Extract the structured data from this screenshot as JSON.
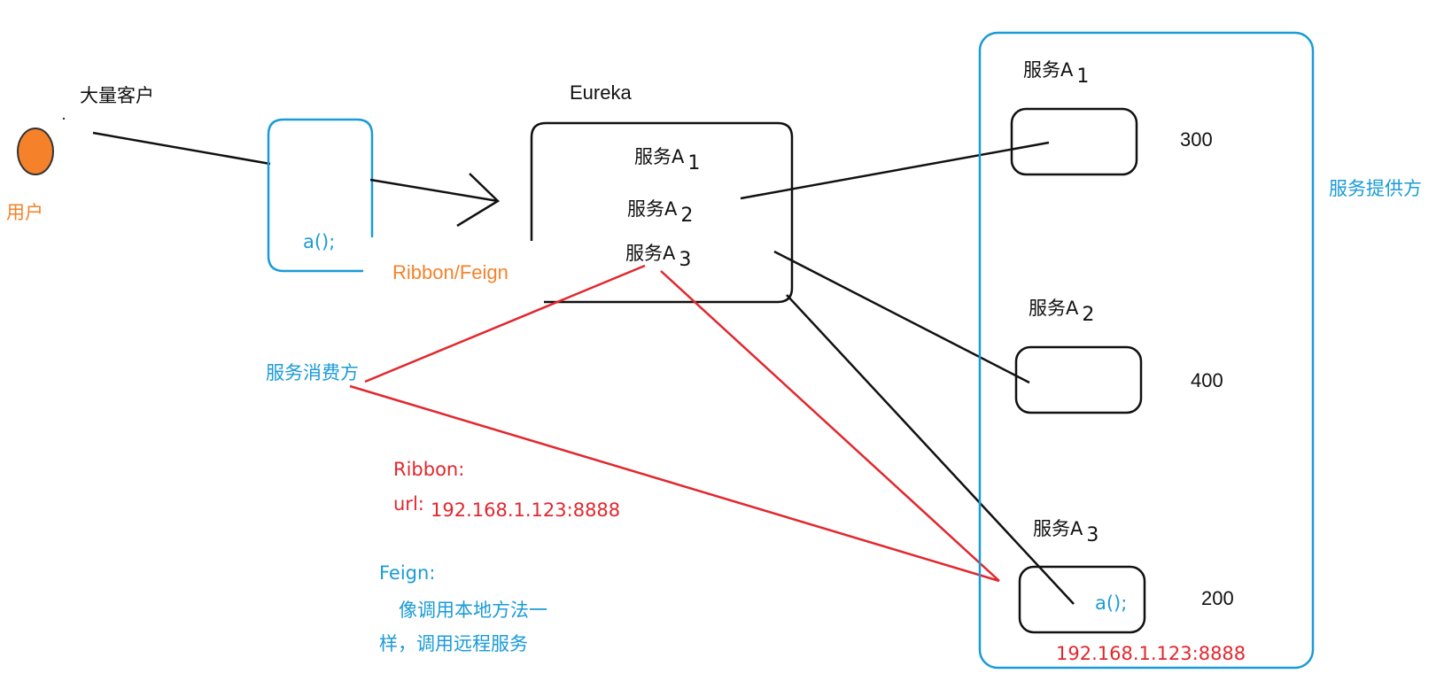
{
  "user": {
    "label": "用户",
    "crowd_label": "大量客户"
  },
  "client_box": {
    "call": "a();"
  },
  "ribbon_feign_label": "Ribbon/Feign",
  "eureka": {
    "title": "Eureka",
    "entries": [
      {
        "name": "服务A",
        "index": "1"
      },
      {
        "name": "服务A",
        "index": "2"
      },
      {
        "name": "服务A",
        "index": "3"
      }
    ]
  },
  "consumer_label": "服务消费方",
  "provider_label": "服务提供方",
  "providers": [
    {
      "name": "服务A",
      "index": "1",
      "value": "300"
    },
    {
      "name": "服务A",
      "index": "2",
      "value": "400"
    },
    {
      "name": "服务A",
      "index": "3",
      "value": "200",
      "call": "a();",
      "address": "192.168.1.123:8888"
    }
  ],
  "notes": {
    "ribbon_title": "Ribbon:",
    "ribbon_url_label": "url:",
    "ribbon_url_value": "192.168.1.123:8888",
    "feign_title": "Feign:",
    "feign_line1": "像调用本地方法一",
    "feign_line2": "样，调用远程服务"
  },
  "colors": {
    "blue": "#1a9bd7",
    "orange": "#f5822a",
    "red": "#e2272d",
    "black": "#111111"
  }
}
